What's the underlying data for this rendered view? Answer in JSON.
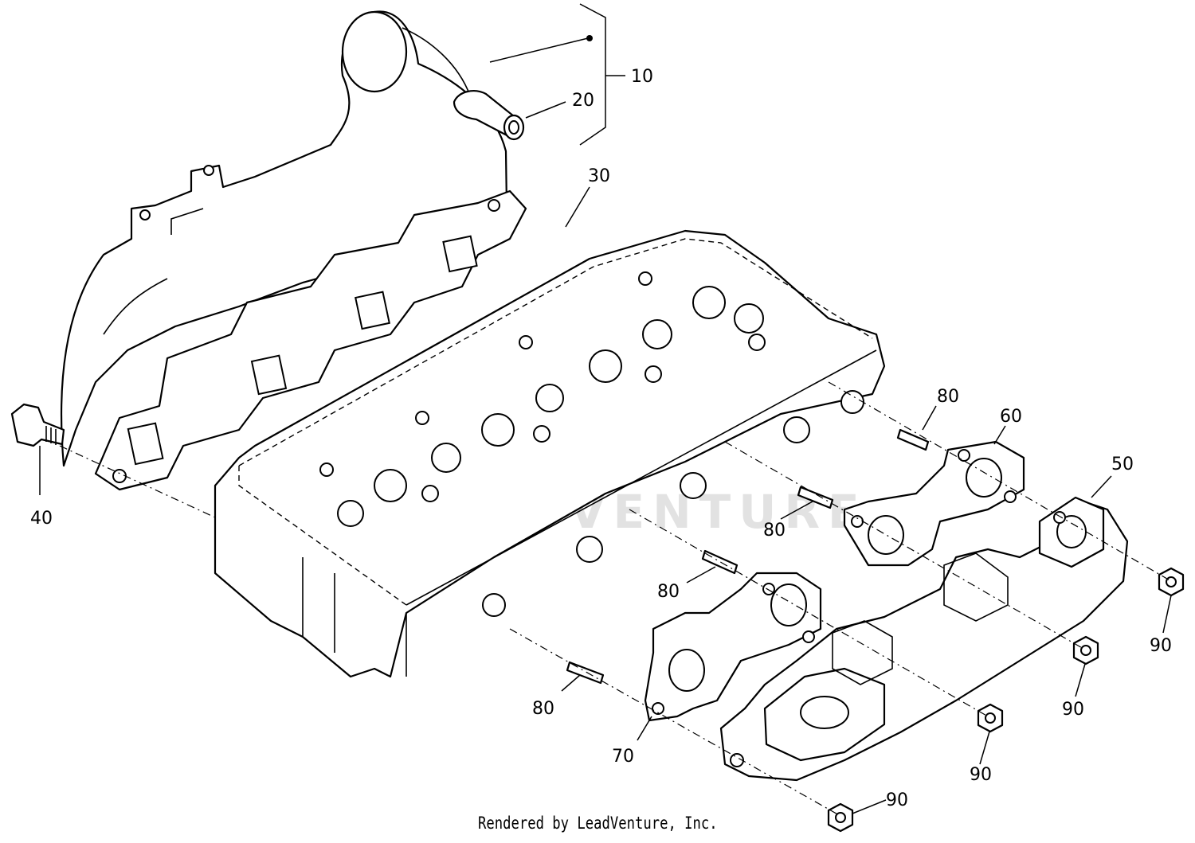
{
  "diagram": {
    "callouts": {
      "c10": "10",
      "c20": "20",
      "c30": "30",
      "c40": "40",
      "c50": "50",
      "c60": "60",
      "c70": "70",
      "c80a": "80",
      "c80b": "80",
      "c80c": "80",
      "c80d": "80",
      "c90a": "90",
      "c90b": "90",
      "c90c": "90",
      "c90d": "90"
    },
    "watermark": "LEADVENTURE",
    "footer": "Rendered by LeadVenture, Inc."
  }
}
